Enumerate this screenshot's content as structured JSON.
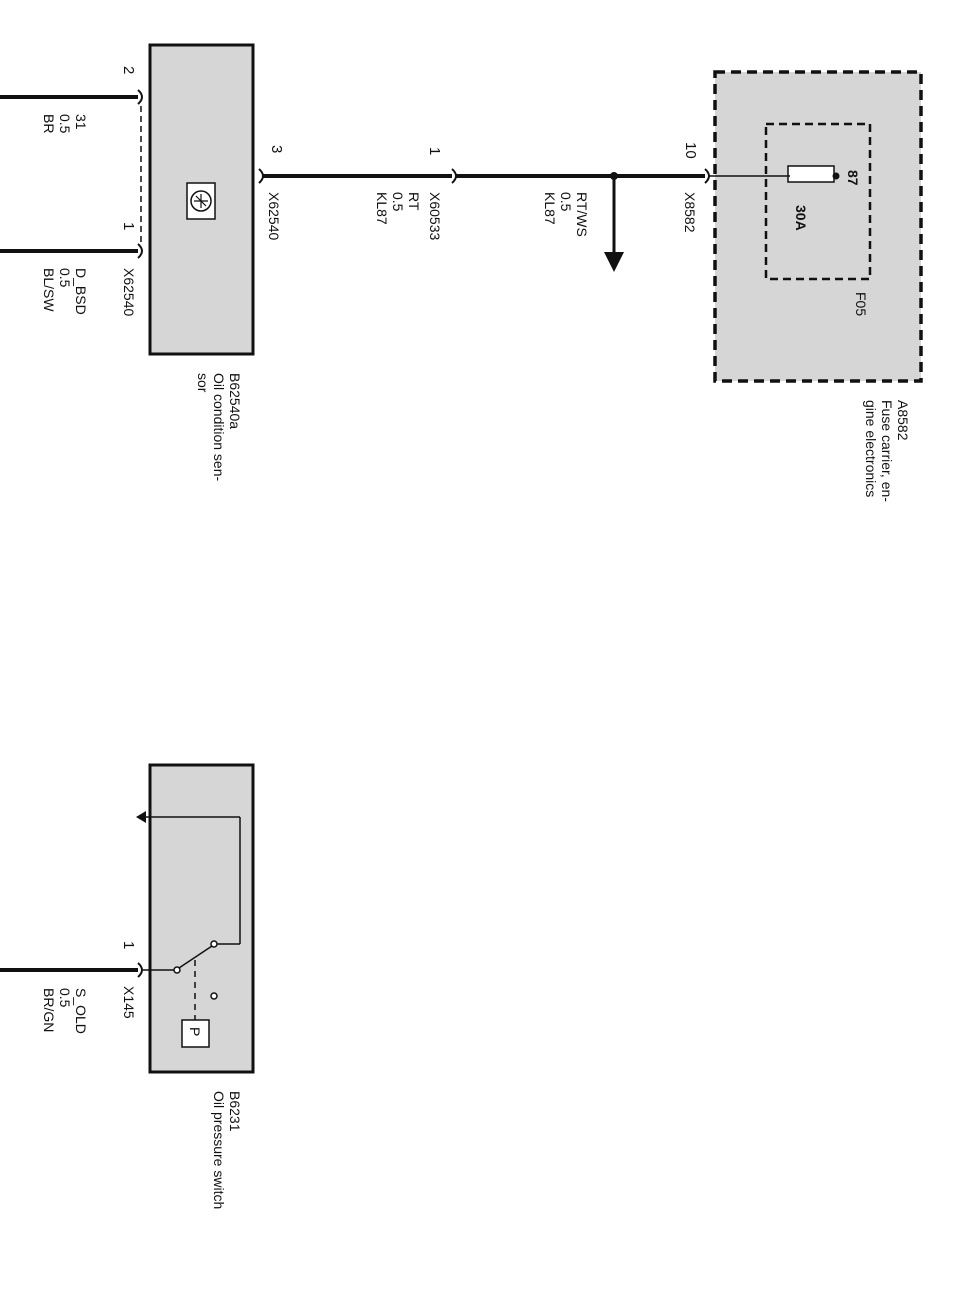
{
  "colors": {
    "background": "#ffffff",
    "component_fill": "#d6d6d6",
    "wire": "#111111",
    "outline": "#111111"
  },
  "fuse_carrier": {
    "id": "A8582",
    "desc_1": "Fuse carrier, en-",
    "desc_2": "gine electronics",
    "fuse": {
      "id": "F05",
      "pin": "87",
      "rating": "30A"
    },
    "connector": "X8582",
    "pin": "10"
  },
  "splice": {
    "connector": "X60533",
    "pin": "1",
    "feed_wire": {
      "signal": "KL87",
      "size": "0.5",
      "color": "RT/WS"
    },
    "sensor_wire": {
      "signal": "KL87",
      "size": "0.5",
      "color": "RT"
    }
  },
  "oil_condition_sensor": {
    "id": "B62540a",
    "desc_1": "Oil condition sen-",
    "desc_2": "sor",
    "connector": "X62540",
    "pins": {
      "supply": "3",
      "ground": "2",
      "data": "1"
    },
    "ground_wire": {
      "signal": "31",
      "size": "0.5",
      "color": "BR"
    },
    "data_wire": {
      "signal": "D_BSD",
      "size": "0.5",
      "color": "BL/SW"
    }
  },
  "oil_pressure_switch": {
    "id": "B6231",
    "desc": "Oil pressure switch",
    "connector": "X145",
    "pin": "1",
    "wire": {
      "signal": "S_OLD",
      "size": "0.5",
      "color": "BR/GN"
    },
    "symbol": "P"
  },
  "icons": [
    "sensor-icon",
    "fuse-icon",
    "pressure-switch-icon",
    "ground-icon",
    "arrow-down-icon"
  ]
}
